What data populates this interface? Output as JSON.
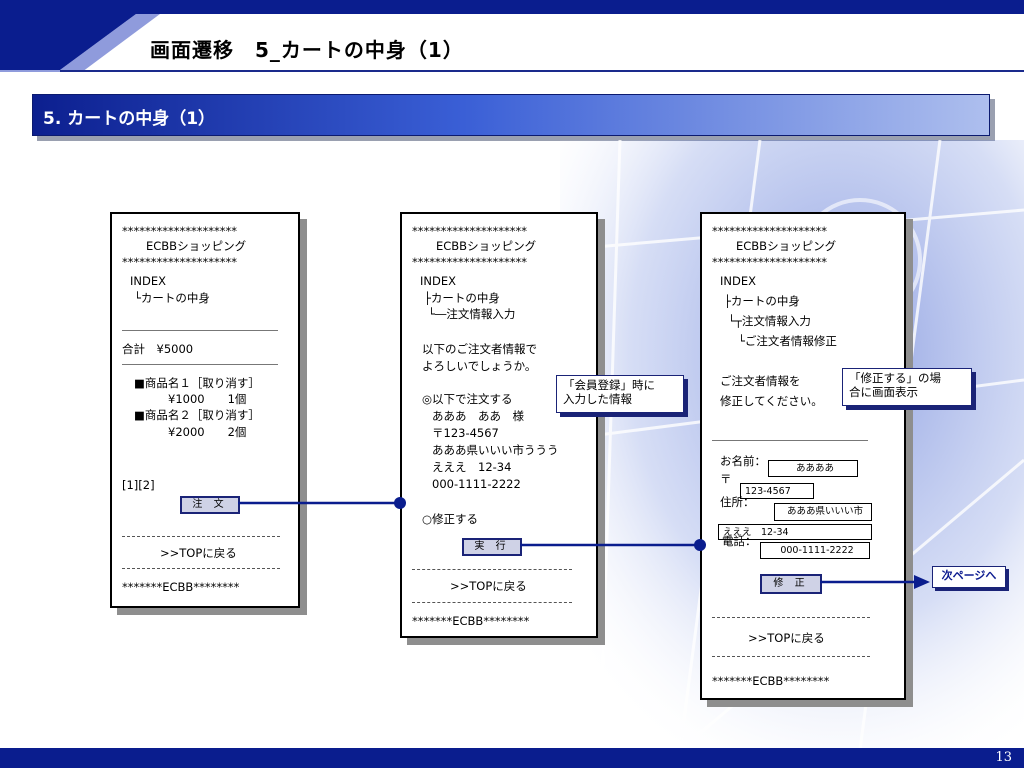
{
  "page": {
    "title": "画面遷移　5_カートの中身（1）",
    "page_number": "13"
  },
  "section": {
    "title": "5. カートの中身（1）"
  },
  "colors": {
    "navy": "#0a1d8e",
    "accent": "#1a2377",
    "button_bg": "#cfd2e6"
  },
  "screen1": {
    "stars_top": "********************",
    "shop": "ECBBショッピング",
    "stars_mid": "********************",
    "index": "INDEX",
    "breadcrumb1": "└カートの中身",
    "total": "合計　¥5000",
    "item1_name": "■商品名１［取り消す］",
    "item1_detail": "¥1000　　1個",
    "item2_name": "■商品名２［取り消す］",
    "item2_detail": "¥2000　　2個",
    "pager": "[1][2]",
    "order_button": "注 文",
    "dash1": "------------------------------",
    "top_link": ">>TOPに戻る",
    "dash2": "------------------------------",
    "footer": "*******ECBB********"
  },
  "screen2": {
    "stars_top": "********************",
    "shop": "ECBBショッピング",
    "stars_mid": "********************",
    "index": "INDEX",
    "breadcrumb1": "├カートの中身",
    "breadcrumb2": "└―注文情報入力",
    "msg1": "以下のご注文者情報で",
    "msg2": "よろしいでしょうか。",
    "option1": "◎以下で注文する",
    "name": "あああ　ああ　様",
    "postal": "〒123-4567",
    "address": "あああ県いいい市ううう",
    "address2": "えええ　12-34",
    "phone": "000-1111-2222",
    "option2": "○修正する",
    "execute_button": "実 行",
    "dash1": "------------------------------",
    "top_link": ">>TOPに戻る",
    "dash2": "------------------------------",
    "footer": "*******ECBB********"
  },
  "screen3": {
    "stars_top": "********************",
    "shop": "ECBBショッピング",
    "stars_mid": "********************",
    "index": "INDEX",
    "breadcrumb1": "├カートの中身",
    "breadcrumb2": "└┬注文情報入力",
    "breadcrumb3": "└ご注文者情報修正",
    "msg1": "ご注文者情報を",
    "msg2": "修正してください。",
    "name_label": "お名前：",
    "postal_label": "〒",
    "address_label": "住所：",
    "phone_label": "電話：",
    "name_value": "ああああ",
    "postal_value": "123-4567",
    "address_value": "あああ県いいい市",
    "address2_value": "えええ　12-34",
    "phone_value": "000-1111-2222",
    "fix_button": "修 正",
    "dash1": "------------------------------",
    "top_link": ">>TOPに戻る",
    "dash2": "------------------------------",
    "footer": "*******ECBB********"
  },
  "callouts": {
    "member": [
      "「会員登録」時に",
      "入力した情報"
    ],
    "fix": [
      "「修正する」の場",
      "合に画面表示"
    ],
    "next_page": "次ページへ"
  }
}
